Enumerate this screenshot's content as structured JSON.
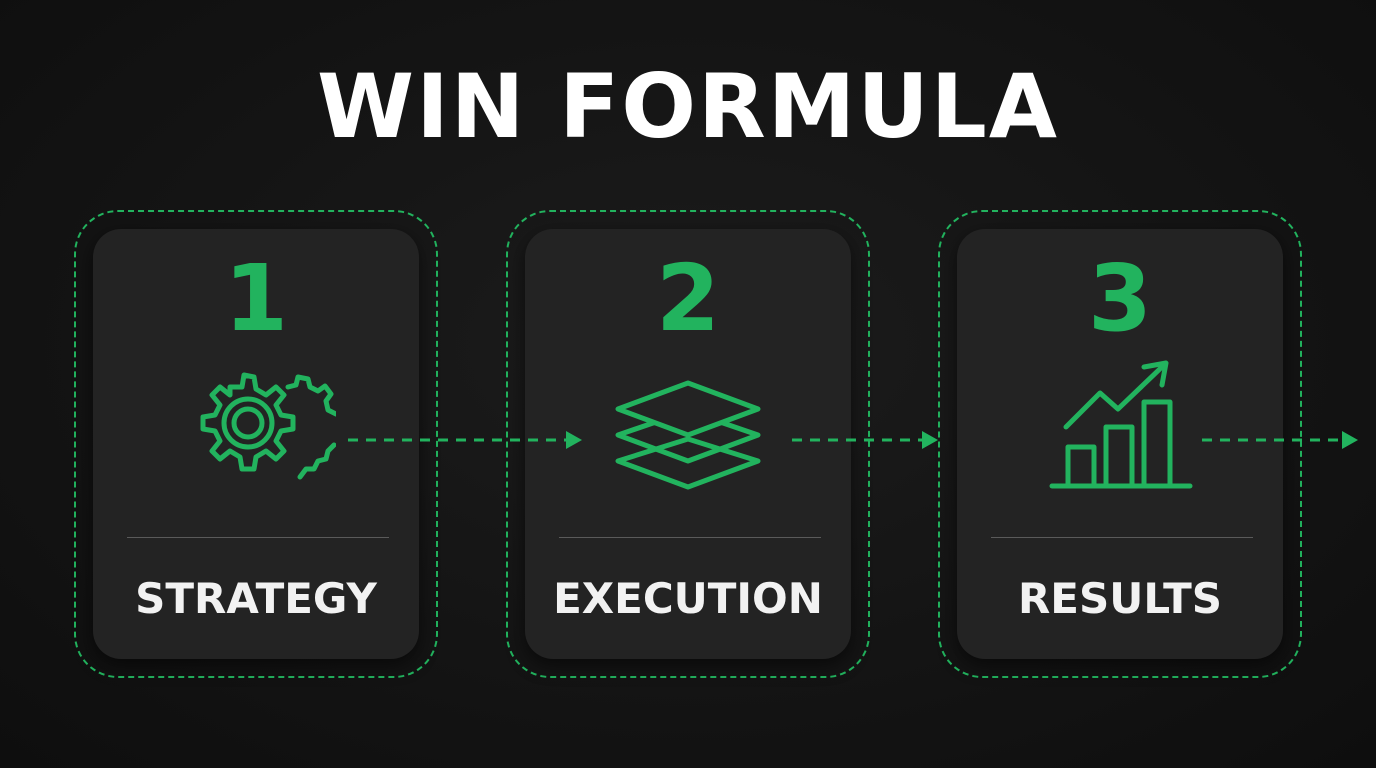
{
  "title": "WIN FORMULA",
  "accent_color": "#22b35e",
  "steps": [
    {
      "number": "1",
      "label": "STRATEGY",
      "icon": "gears-icon"
    },
    {
      "number": "2",
      "label": "EXECUTION",
      "icon": "layers-icon"
    },
    {
      "number": "3",
      "label": "RESULTS",
      "icon": "bar-chart-growth-icon"
    }
  ]
}
